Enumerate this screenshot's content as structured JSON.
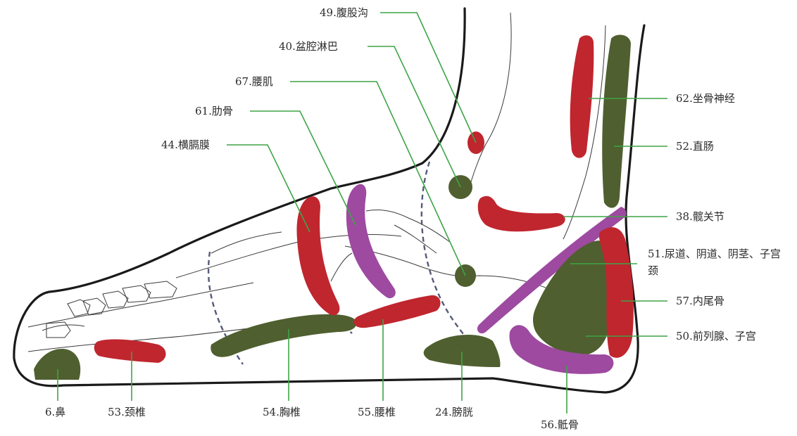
{
  "colors": {
    "red_zone": "#c0262e",
    "green_zone": "#4f5f2f",
    "purple_zone": "#9d4aa0",
    "leader_line": "#3fa447",
    "outline": "#1a1a1a",
    "dashed_line": "#555a78"
  },
  "labels": {
    "inguinal_groove": "49.腹股沟",
    "pelvic_lymph": "40.盆腔淋巴",
    "lumbar_muscle": "67.腰肌",
    "ribs": "61.肋骨",
    "diaphragm": "44.横膈膜",
    "sciatic_nerve": "62.坐骨神经",
    "rectum": "52.直肠",
    "hip_joint": "38.髋关节",
    "urethra_vagina": "51.尿道、阴道、阴茎、子宫颈",
    "inner_coccyx": "57.内尾骨",
    "prostate_uterus": "50.前列腺、子宫",
    "nose": "6.鼻",
    "cervical_spine": "53.颈椎",
    "thoracic_spine": "54.胸椎",
    "lumbar_spine": "55.腰椎",
    "bladder": "24.膀胱",
    "sacrum": "56.骶骨"
  }
}
